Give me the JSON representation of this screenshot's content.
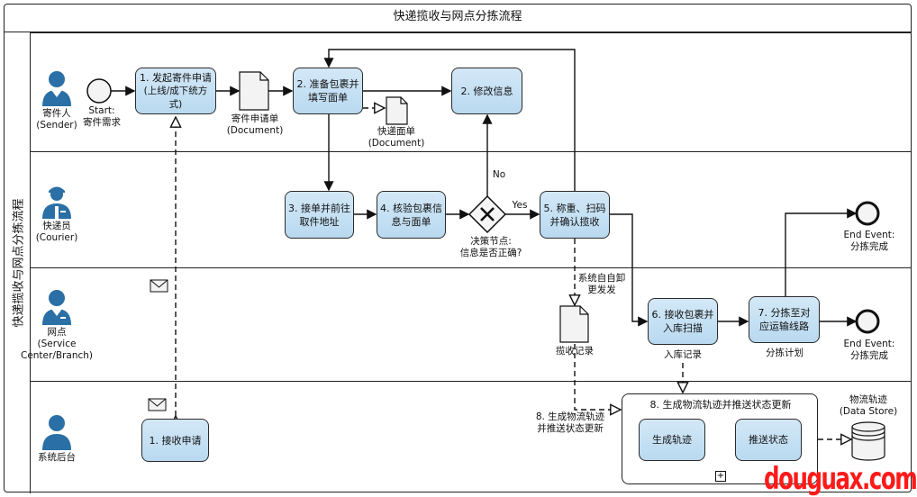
{
  "title": "快递揽收与网点分拣流程",
  "pool_label": "快递揽收与网点分拣流程",
  "colors": {
    "task_fill": "#c5e0f3",
    "actor_icon": "#2a6fa5",
    "watermark": "#ff1a1a"
  },
  "lanes": [
    {
      "name": "寄件人",
      "name_en": "(Sender)",
      "icon": "person-icon"
    },
    {
      "name": "快递员",
      "name_en": "(Courier)",
      "icon": "courier-icon"
    },
    {
      "name": "网点",
      "name_en": "(Service",
      "name_en2": "Center/Branch)",
      "icon": "staff-icon"
    },
    {
      "name": "系统后台",
      "icon": "person-icon"
    }
  ],
  "events": {
    "start": {
      "l1": "Start:",
      "l2": "寄件需求"
    },
    "end1": {
      "l1": "End Event:",
      "l2": "分拣完成"
    },
    "end2": {
      "l1": "End Event:",
      "l2": "分拣完成"
    }
  },
  "tasks": {
    "t1": {
      "l1": "1. 发起寄件申请",
      "l2": "(上线/成下统方式)"
    },
    "t2": {
      "l1": "2. 准备包裹并",
      "l2": "填写面单"
    },
    "t2b": {
      "l1": "2. 修改信息"
    },
    "t3": {
      "l1": "3. 接单并前往",
      "l2": "取件地址"
    },
    "t4": {
      "l1": "4. 核验包裹信",
      "l2": "息与面单"
    },
    "t5": {
      "l1": "5. 称重、扫码",
      "l2": "并确认揽收"
    },
    "t6": {
      "l1": "6. 接收包裹并",
      "l2": "入库扫描"
    },
    "t7": {
      "l1": "7. 分拣至对",
      "l2": "应运输线路"
    },
    "sys1": {
      "l1": "1. 接收申请"
    },
    "sub_title": "8. 生成物流轨迹并推送状态更新",
    "sub_a": "生成轨迹",
    "sub_b": "推送状态"
  },
  "documents": {
    "d1": {
      "l1": "寄件申请单",
      "l2": "(Document)"
    },
    "d2": {
      "l1": "快递面单",
      "l2": "(Document)"
    },
    "d3": {
      "l1": "揽收记录"
    }
  },
  "gateway": {
    "l1": "决策节点:",
    "l2": "信息是否正确?",
    "yes": "Yes",
    "no": "No"
  },
  "annotations": {
    "auto": {
      "l1": "系统自自卸",
      "l2": "更发发"
    },
    "inbound": "入库记录",
    "plan": "分拣计划",
    "sys8": {
      "l1": "8. 生成物流轨迹",
      "l2": "并推送状态更新"
    },
    "datastore": {
      "l1": "物流轨迹",
      "l2": "(Data Store)"
    }
  },
  "watermark": "douguax.com"
}
